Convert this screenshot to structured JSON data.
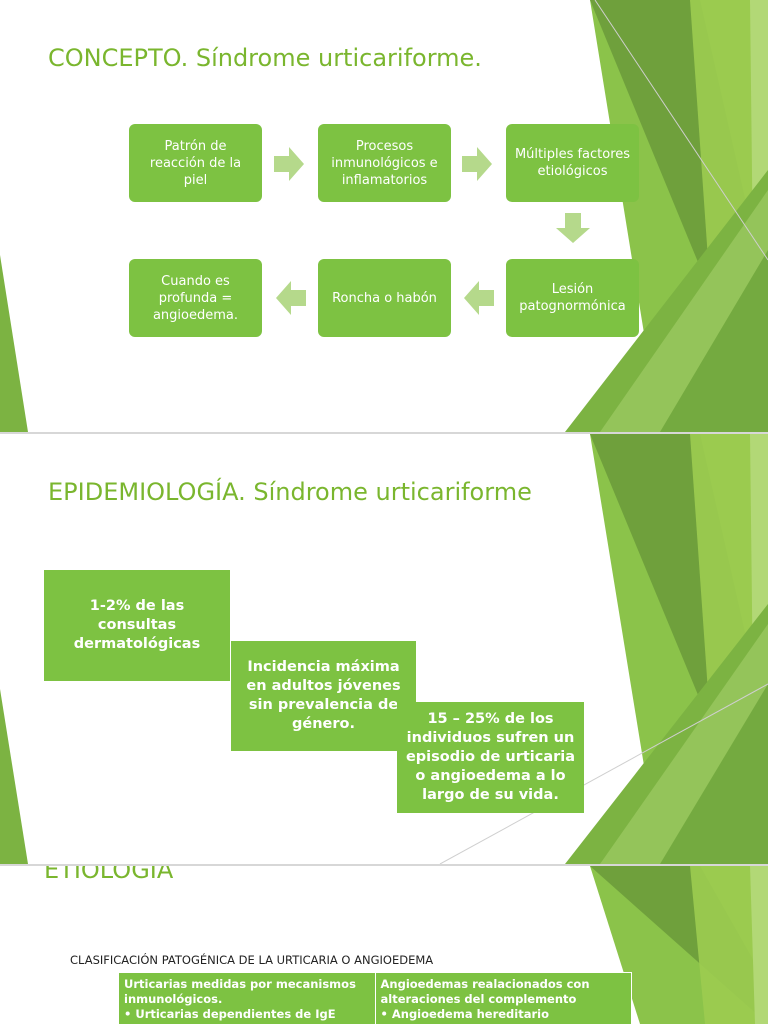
{
  "slide1": {
    "title": "CONCEPTO. Síndrome urticariforme.",
    "boxes": {
      "b1": "Patrón de reacción de la piel",
      "b2": "Procesos inmunológicos e inflamatorios",
      "b3": "Múltiples factores etiológicos",
      "b4": "Lesión patognormónica",
      "b5": "Roncha o habón",
      "b6": "Cuando es profunda = angioedema."
    }
  },
  "slide2": {
    "title": "EPIDEMIOLOGÍA. Síndrome urticariforme",
    "boxes": {
      "b1": "1-2% de las consultas dermatológicas",
      "b2": "Incidencia máxima en adultos jóvenes sin prevalencia de género.",
      "b3": "15 – 25% de los individuos sufren un episodio de urticaria o angioedema a lo largo de su vida."
    }
  },
  "slide3": {
    "title": "ETIOLOGÍA",
    "caption": "CLASIFICACIÓN PATOGÉNICA DE LA URTICARIA O ANGIOEDEMA",
    "col1_header": "Urticarias medidas por mecanismos inmunológicos.",
    "col1_bullet": "Urticarias dependientes de IgE",
    "col2_header": "Angioedemas realacionados con alteraciones del complemento",
    "col2_bullet": "Angioedema hereditario"
  },
  "colors": {
    "accent": "#7dc242",
    "title_green": "#7ab62e"
  }
}
